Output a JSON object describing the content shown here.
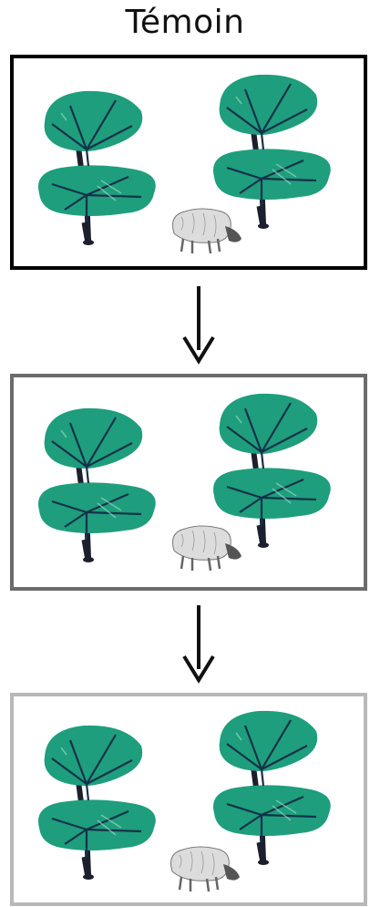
{
  "title": "Témoin",
  "colors": {
    "foliage": "#1e9e7c",
    "foliage_dark": "#137a5e",
    "trunk": "#1c1f2e",
    "sheep_body": "#dcdcdc",
    "sheep_head": "#555555",
    "panel_border_1": "#000000",
    "panel_border_2": "#6b6b6b",
    "panel_border_3": "#b8b8b8",
    "arrow": "#111111"
  },
  "panels": [
    {
      "name": "panel-1",
      "icons": [
        "tree-icon",
        "tree-icon",
        "sheep-icon"
      ]
    },
    {
      "name": "panel-2",
      "icons": [
        "tree-icon",
        "tree-icon",
        "sheep-icon"
      ]
    },
    {
      "name": "panel-3",
      "icons": [
        "tree-icon",
        "tree-icon",
        "sheep-icon"
      ]
    }
  ],
  "arrows": [
    "down-arrow-icon",
    "down-arrow-icon"
  ]
}
